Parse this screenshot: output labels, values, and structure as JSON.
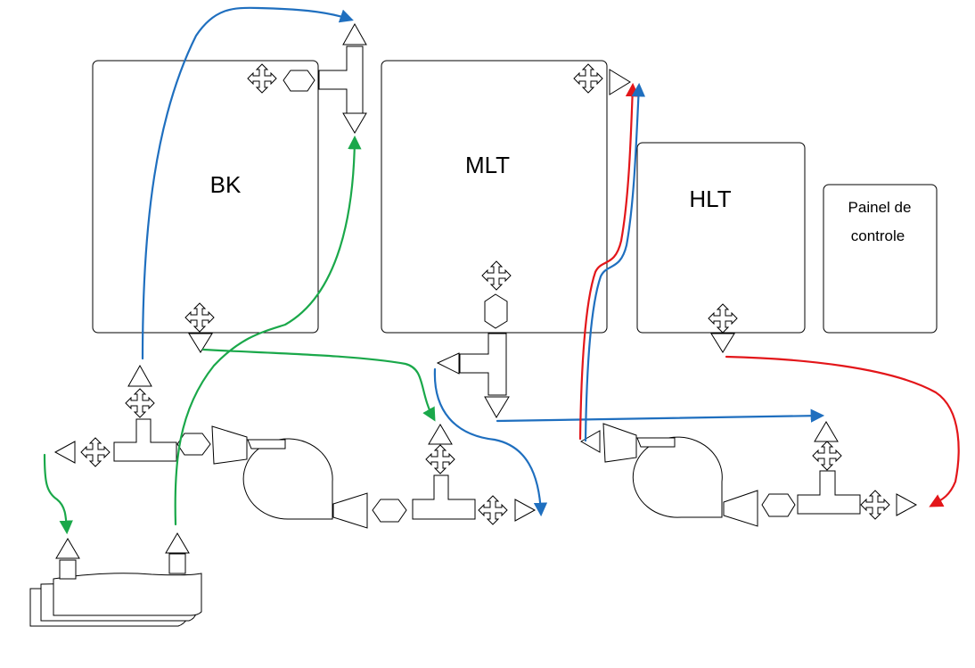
{
  "vessels": {
    "bk": {
      "label": "BK"
    },
    "mlt": {
      "label": "MLT"
    },
    "hlt": {
      "label": "HLT"
    },
    "panel": {
      "line1": "Painel de",
      "line2": "controle"
    }
  },
  "colors": {
    "blue": "#1f6fbf",
    "green": "#1aa84a",
    "red": "#e3161a",
    "outline": "#000000"
  },
  "icons": {
    "valve": "hexagon-valve-icon",
    "cross": "four-way-arrow-icon",
    "fitting": "triangle-fitting-icon",
    "tee": "tee-fitting-icon",
    "pump": "pump-icon",
    "chiller": "heat-exchanger-icon"
  }
}
